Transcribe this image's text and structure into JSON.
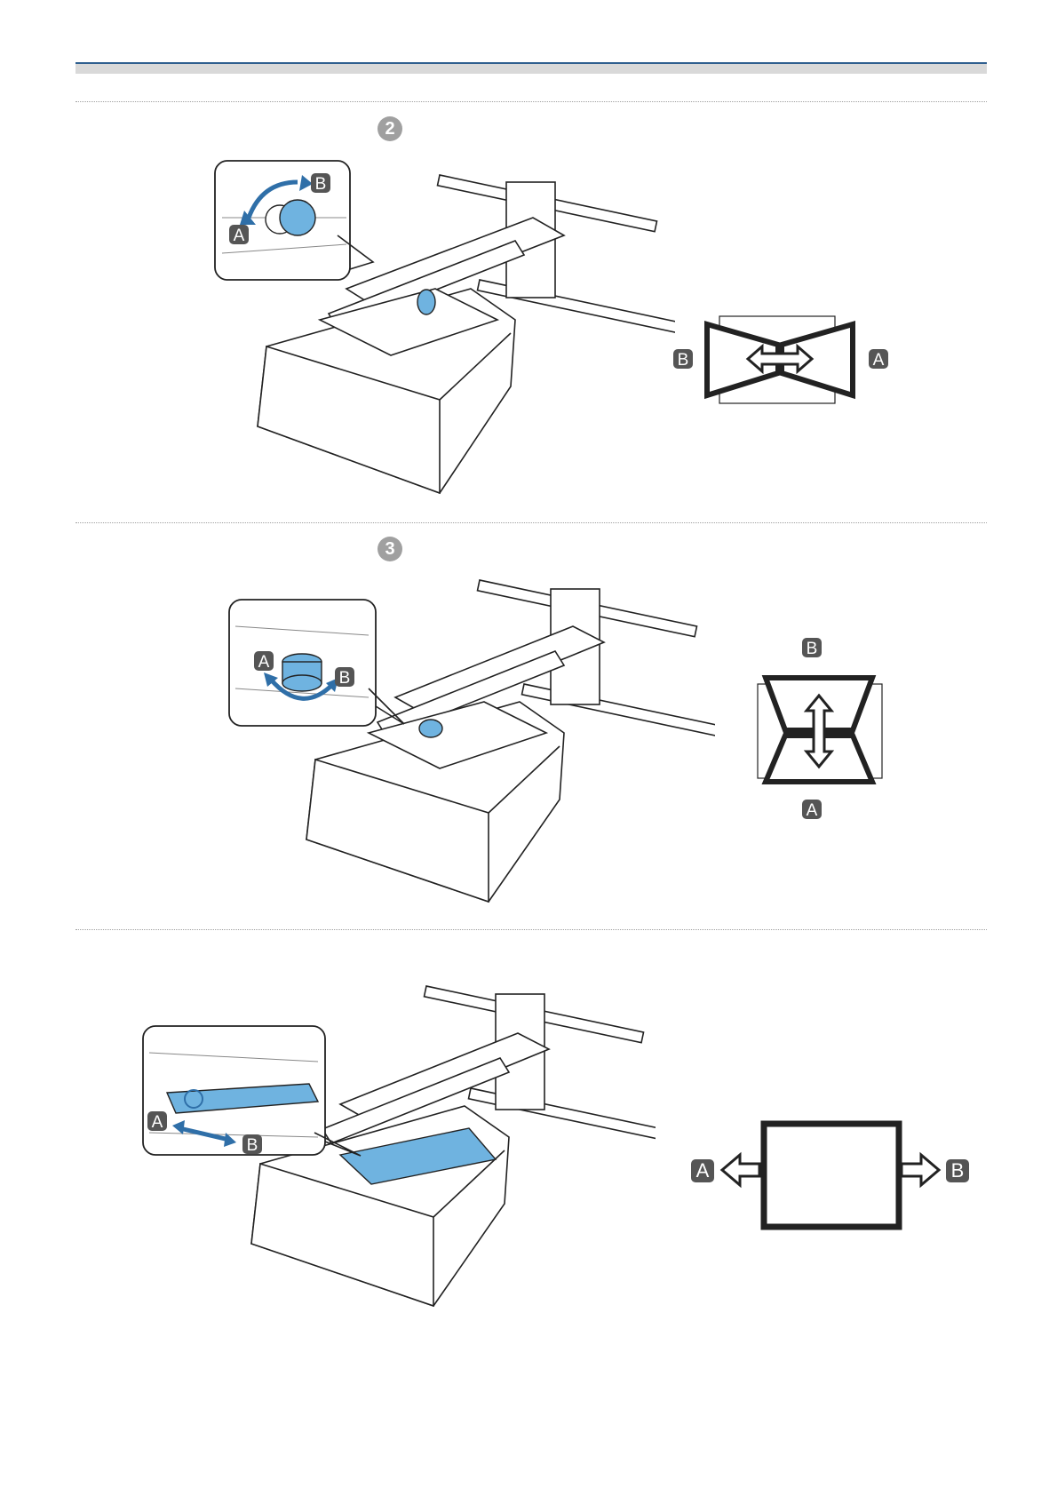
{
  "steps": [
    {
      "number": "2",
      "labels": {
        "a": "A",
        "b": "B"
      }
    },
    {
      "number": "3",
      "labels": {
        "a": "A",
        "b": "B"
      }
    },
    {
      "labels": {
        "a": "A",
        "b": "B"
      }
    }
  ],
  "colors": {
    "accent_blue": "#2f6fa8",
    "part_blue": "#6fb3e0",
    "badge_gray": "#555555",
    "step_gray": "#a0a0a0"
  }
}
